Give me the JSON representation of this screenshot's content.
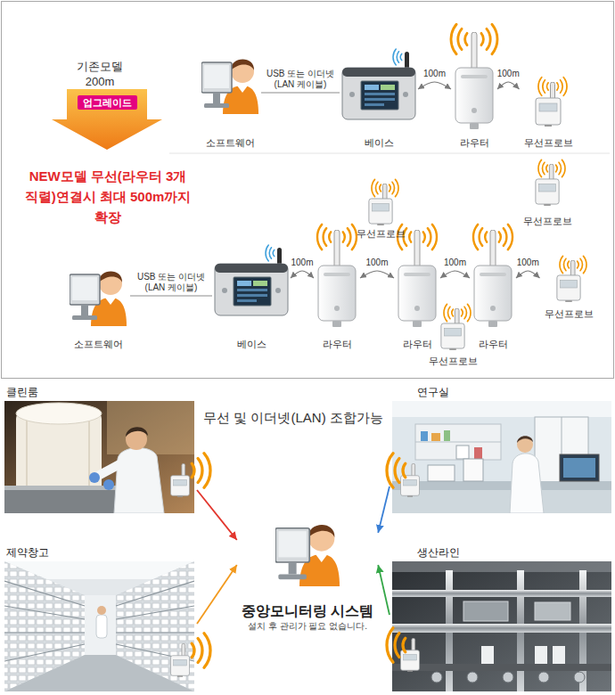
{
  "diagram": {
    "nodes": [
      {
        "text": [
          "소프트웨어"
        ]
      },
      {
        "text": [
          "베이스"
        ]
      },
      {
        "text": [
          "라우터"
        ]
      },
      {
        "text": [
          "무선프로브"
        ]
      },
      {
        "text": [
          "소프트웨어"
        ]
      },
      {
        "text": [
          "베이스"
        ]
      },
      {
        "text": [
          "라우터"
        ]
      },
      {
        "text": [
          "무선프로브"
        ]
      },
      {
        "text": [
          "라우터"
        ]
      },
      {
        "text": [
          "무선프로브"
        ]
      },
      {
        "text": [
          "라우터"
        ]
      },
      {
        "text": [
          "무선프로브"
        ]
      },
      {
        "text": [
          "무선프로브"
        ]
      },
      {
        "text": [
          "클린룸"
        ]
      },
      {
        "text": [
          "연구실"
        ]
      },
      {
        "text": [
          "제약창고"
        ]
      },
      {
        "text": [
          "생산라인"
        ]
      },
      {
        "text": [
          "중앙모니터링 시스템",
          "설치 후 관리가 필요 없습니다."
        ]
      }
    ],
    "edges": [
      {
        "from": 0,
        "to": 1,
        "label": "USB 또는 이더넷 (LAN 케이블)",
        "arrow": "none"
      },
      {
        "from": 1,
        "to": 2,
        "label": "100m",
        "arrow": "both"
      },
      {
        "from": 2,
        "to": 3,
        "label": "100m",
        "arrow": "both"
      },
      {
        "from": 4,
        "to": 5,
        "label": "USB 또는 이더넷 (LAN 케이블)",
        "arrow": "none"
      },
      {
        "from": 5,
        "to": 6,
        "label": "100m",
        "arrow": "both"
      },
      {
        "from": 6,
        "to": 8,
        "label": "100m",
        "arrow": "both"
      },
      {
        "from": 8,
        "to": 10,
        "label": "100m",
        "arrow": "both"
      },
      {
        "from": 10,
        "to": 12,
        "label": "100m",
        "arrow": "both"
      },
      {
        "from": 13,
        "to": 17,
        "arrow": "to"
      },
      {
        "from": 14,
        "to": 17,
        "arrow": "to"
      },
      {
        "from": 15,
        "to": 17,
        "arrow": "to"
      },
      {
        "from": 16,
        "to": 17,
        "arrow": "to"
      }
    ],
    "labels": [
      "기존모델 200m",
      "업그레이드",
      "NEW모델 무선(라우터 3개 직렬)연결시 최대 500m까지 확장",
      "무선 및 이더넷(LAN) 조합가능"
    ]
  }
}
